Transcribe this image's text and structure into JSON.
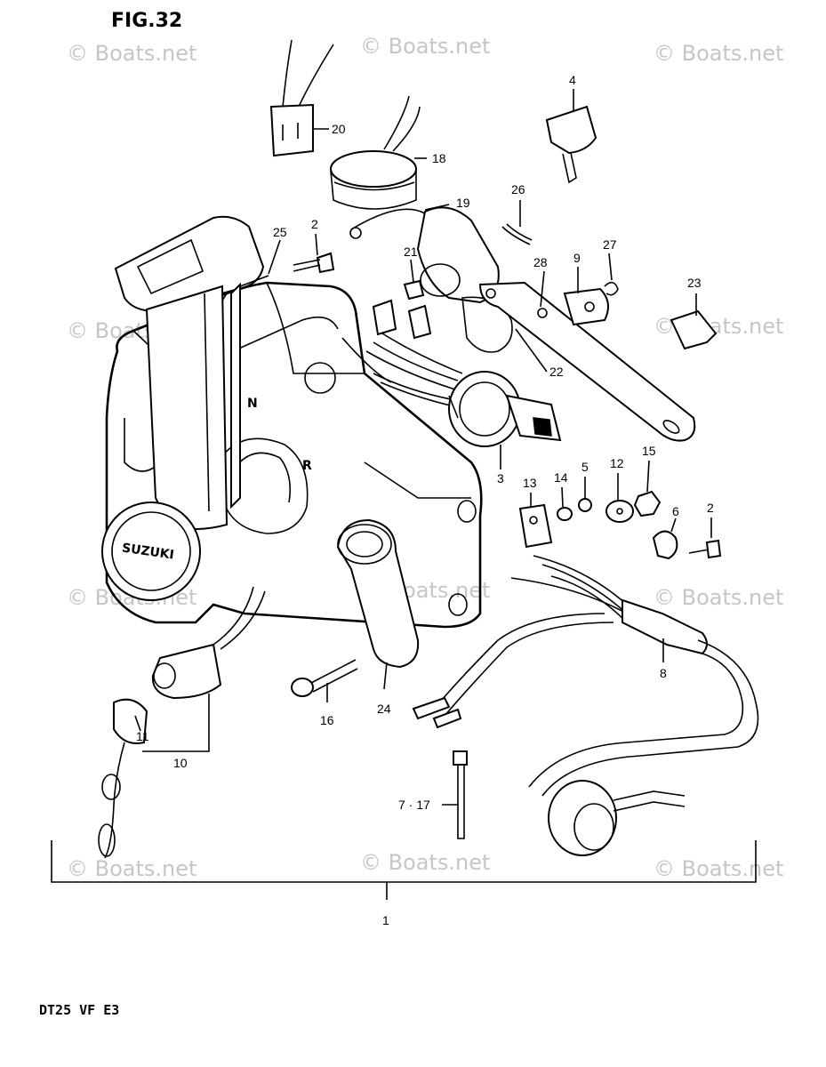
{
  "figure": {
    "title": "FIG.32",
    "model": "DT25 VF E3"
  },
  "watermark": "© Boats.net",
  "parts": {
    "p1": "1",
    "p2a": "2",
    "p2b": "2",
    "p3": "3",
    "p4": "4",
    "p5": "5",
    "p6": "6",
    "p7_17": "7 · 17",
    "p8": "8",
    "p9": "9",
    "p10": "10",
    "p11": "11",
    "p12": "12",
    "p13": "13",
    "p14": "14",
    "p15": "15",
    "p16": "16",
    "p18": "18",
    "p19": "19",
    "p20": "20",
    "p21": "21",
    "p22": "22",
    "p23": "23",
    "p24": "24",
    "p25": "25",
    "p26": "26",
    "p27": "27",
    "p28": "28"
  },
  "housing": {
    "gear_n": "N",
    "gear_r": "R",
    "emblem": "SUZUKI"
  }
}
